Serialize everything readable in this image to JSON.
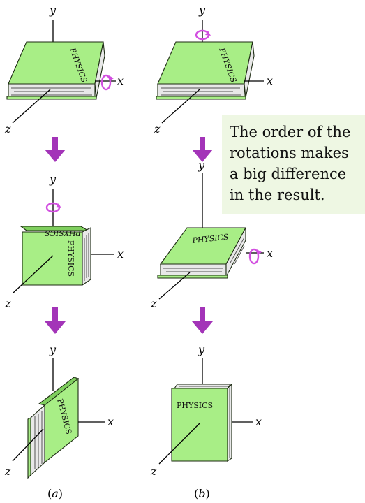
{
  "axis_labels": {
    "x": "x",
    "y": "y",
    "z": "z"
  },
  "book_title": "PHYSICS",
  "note_lines": [
    "The order of the",
    "rotations makes",
    "a big difference",
    "in the result."
  ],
  "captions": {
    "a": "a",
    "b": "b"
  },
  "colors": {
    "book_cover": "#a8ee86",
    "arrow": "#a334b8",
    "rotation_marker": "#d24fe0",
    "note_background": "#eef7e3"
  }
}
